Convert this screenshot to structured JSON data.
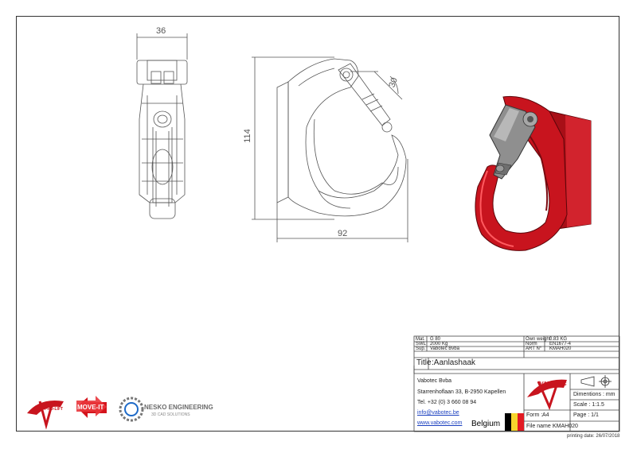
{
  "drawing": {
    "dimensions": {
      "width_top": "36",
      "height": "114",
      "angle": "30",
      "width_bottom": "92"
    }
  },
  "title_block": {
    "mat_label": "Mat.",
    "mat_value": "G 80",
    "swl_label": "SWL",
    "swl_value": "2000 Kg",
    "sup_label": "Sup.",
    "sup_value": "Vabotec Bvba",
    "own_weight_label": "Own weight",
    "own_weight_value": "0.83 KG",
    "norm_label": "Norm",
    "norm_value": "EN1677-4",
    "art_label": "ART N°",
    "art_value": "KMAH020",
    "title_label": "Title",
    "title_value": ":Aanlashaak",
    "company": "Vabotec Bvba",
    "address": "Starrenhoflaan 33, B-2950 Kapellen",
    "phone": "Tel. +32 (0) 3 660 08 94",
    "email": "info@vabotec.be",
    "website": "www.vabotec.com",
    "country": "Belgium",
    "form_label": "Form :",
    "form_value": "A4",
    "file_label": "File name :",
    "file_value": "KMAH020",
    "dimensions_label": "Dimentions : mm",
    "scale_label": "Scale : 1:1.5",
    "page_label": "Page : 1/1",
    "brand": "VABOTEC"
  },
  "footer": {
    "printing_date": "printing date: 26/07/2018"
  },
  "logos": {
    "logo1": "PRO-LIFT",
    "logo2": "MOVE-IT",
    "logo3_title": "NESKO ENGINEERING",
    "logo3_sub": "3D CAD SOLUTIONS"
  },
  "colors": {
    "hook_red": "#c8141e",
    "line": "#555555",
    "flag_black": "#000000",
    "flag_yellow": "#f6d52d",
    "flag_red": "#e21a23"
  }
}
